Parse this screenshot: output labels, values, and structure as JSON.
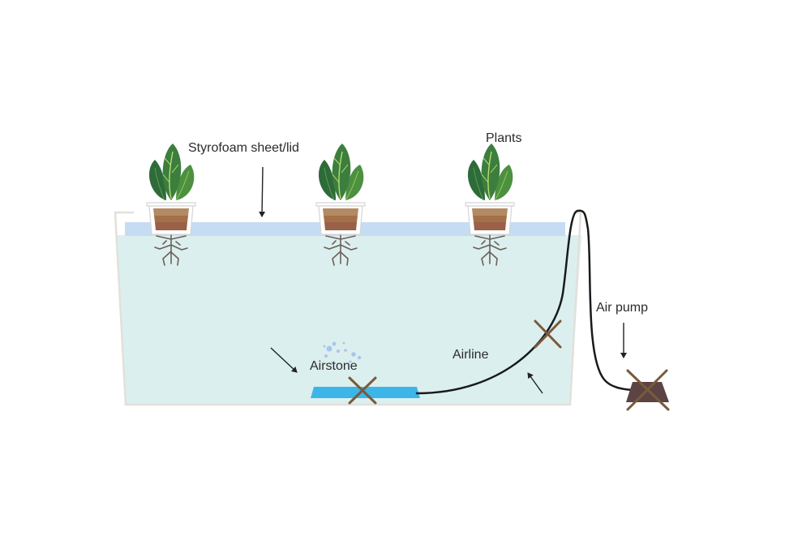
{
  "labels": {
    "lid": "Styrofoam sheet/lid",
    "plants": "Plants",
    "air_pump": "Air pump",
    "airline": "Airline",
    "airstone": "Airstone"
  },
  "colors": {
    "water": "#dcefef",
    "tank_outline": "#e3e0da",
    "lid": "#c6dcf2",
    "airstone": "#3cb6e8",
    "airline": "#1a1a1a",
    "pump": "#5c4444",
    "cross_mark": "#7a5a3a",
    "leaf_dark": "#2e6b3a",
    "leaf_light": "#6bb04a",
    "soil": "#9a6a48",
    "root": "#6b6058",
    "bubbles": "#a9c6e8"
  },
  "icons": {
    "plant": "potted-plant-icon",
    "pump": "air-pump-icon",
    "marker": "x-mark-icon"
  }
}
